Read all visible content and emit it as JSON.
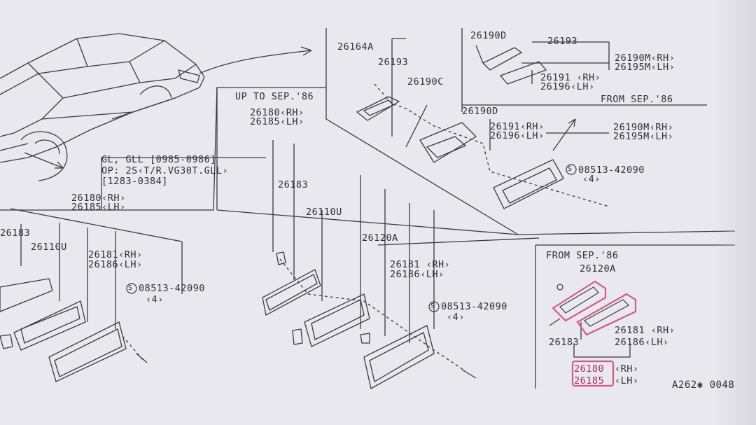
{
  "labels": {
    "l26190D_top": "26190D",
    "l26193_top": "26193",
    "l26164A": "26164A",
    "l26193_mid": "26193",
    "l26190M_rh_a": "26190M‹RH›",
    "l26195M_lh_a": "26195M‹LH›",
    "l26191_rh_a": "26191 ‹RH›",
    "l26196_lh_a": "26196‹LH›",
    "l26190C": "26190C",
    "from_sep86_top": "FROM SEP.'86",
    "up_to_sep86": "UP TO SEP.'86",
    "l26180_rh_a": "26180‹RH›",
    "l26185_lh_a": "26185‹LH›",
    "l26190D_mid": "26190D",
    "l26191_rh_b": "26191‹RH›",
    "l26196_lh_b": "26196‹LH›",
    "l26190M_rh_b": "26190M‹RH›",
    "l26195M_lh_b": "26195M‹LH›",
    "gl_gll": "GL, GLL [0985-0986]",
    "op_line": "OP: 2S‹T/R.VG30T.GLL›",
    "op_date": "[1283-0384]",
    "l26183_center": "26183",
    "screw_right": "08513-42090",
    "screw_right_qty": "‹4›",
    "l26180_rh_b": "26180‹RH›",
    "l26185_lh_b": "26185‹LH›",
    "l26110U_center": "26110U",
    "l26183_left": "26183",
    "l26110U_left": "26110U",
    "l26181_rh_left": "26181‹RH›",
    "l26186_lh_left": "26186‹LH›",
    "screw_left": "08513-42090",
    "screw_left_qty": "‹4›",
    "l26120A_center": "26120A",
    "l26181_rh_center": "26181 ‹RH›",
    "l26186_lh_center": "26186‹LH›",
    "screw_center": "08513-42090",
    "screw_center_qty": "‹4›",
    "from_sep86_box": "FROM SEP.'86",
    "l26120A_box": "26120A",
    "l26181_rh_box": "26181 ‹RH›",
    "l26186_lh_box": "26186‹LH›",
    "l26183_box": "26183",
    "l26180_rh_pink": "26180",
    "l26180_rh_pink_side": "‹RH›",
    "l26185_lh_pink": "26185",
    "l26185_lh_pink_side": "‹LH›",
    "ref_code": "A262✱ 0048"
  },
  "screw_symbol": "S",
  "colors": {
    "paper": "#e9e8ee",
    "ink": "#2f2e3c",
    "highlight": "#d45a86"
  }
}
